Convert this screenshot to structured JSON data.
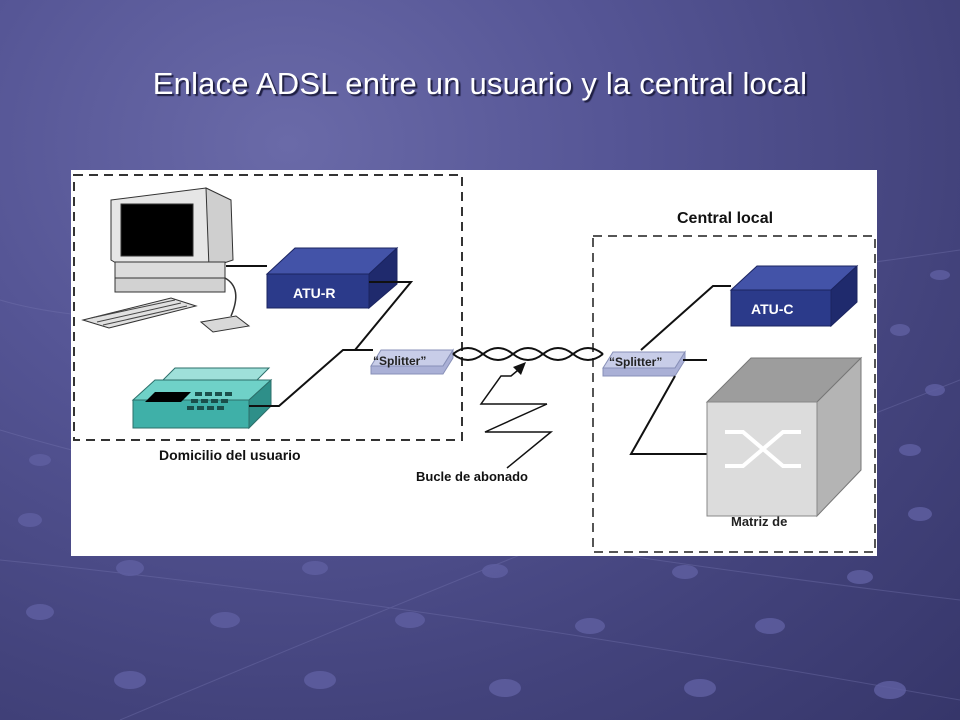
{
  "slide": {
    "title": "Enlace ADSL entre un usuario y la central local"
  },
  "diagram": {
    "user_area_label": "Domicilio del usuario",
    "central_area_label": "Central local",
    "atu_r_label": "ATU-R",
    "atu_c_label": "ATU-C",
    "splitter_left_label": "“Splitter”",
    "splitter_right_label": "“Splitter”",
    "loop_label": "Bucle de abonado",
    "matrix_label": "Matriz de"
  },
  "colors": {
    "atu_box": "#2b3a8a",
    "phone": "#3fb0a8",
    "splitter": "#c8cde8",
    "matrix": "#cfcfcf"
  }
}
